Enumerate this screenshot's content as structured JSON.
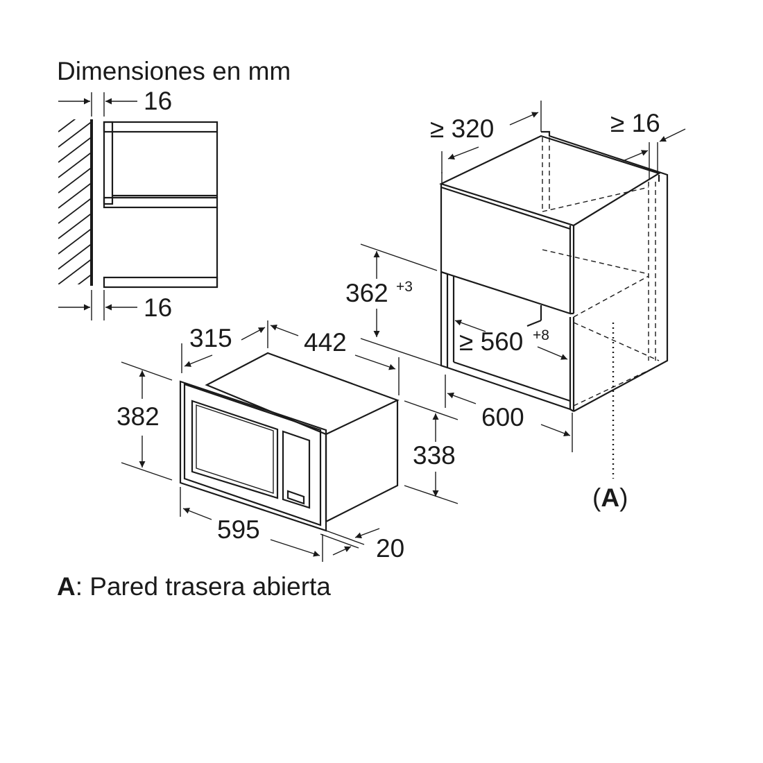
{
  "title": "Dimensiones en mm",
  "side_view": {
    "top_gap": "16",
    "bottom_gap": "16"
  },
  "cabinet": {
    "depth_min": "≥ 320",
    "side_min": "≥ 16",
    "opening_height": "362",
    "opening_height_tol": "+3",
    "opening_width": "≥ 560",
    "opening_width_tol": "+8",
    "width": "600",
    "marker": "(A)",
    "marker_letter": "A"
  },
  "appliance": {
    "depth": "315",
    "body_depth": "442",
    "height": "382",
    "body_height": "338",
    "width": "595",
    "frame_depth": "20"
  },
  "legend": {
    "key": "A",
    "text": ": Pared trasera abierta"
  }
}
